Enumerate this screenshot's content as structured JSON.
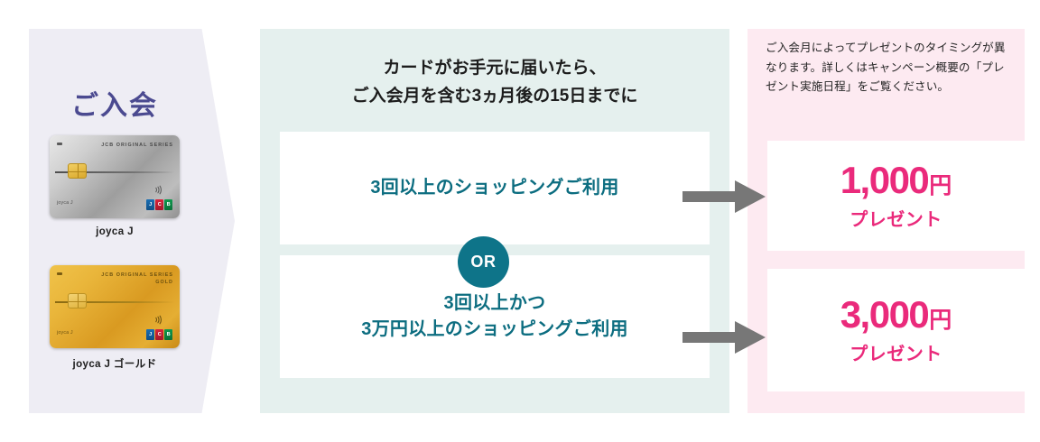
{
  "left": {
    "title": "ご入会",
    "cards": [
      {
        "brand": "JCB ORIGINAL SERIES",
        "tier": "",
        "name_on_card": "joyca J",
        "label": "joyca J",
        "variant": "silver"
      },
      {
        "brand": "JCB ORIGINAL SERIES",
        "tier": "GOLD",
        "name_on_card": "joyca J",
        "label": "joyca J ゴールド",
        "variant": "gold"
      }
    ]
  },
  "center": {
    "heading_line1": "カードがお手元に届いたら、",
    "heading_line2": "ご入会月を含む3ヵ月後の15日までに",
    "conditions": [
      {
        "line1": "3回以上のショッピングご利用",
        "line2": ""
      },
      {
        "line1": "3回以上かつ",
        "line2": "3万円以上のショッピングご利用"
      }
    ],
    "or_label": "OR"
  },
  "right": {
    "note": "ご入会月によってプレゼントのタイミングが異なります。詳しくはキャンペーン概要の「プレゼント実施日程」をご覧ください。",
    "rewards": [
      {
        "amount": "1,000",
        "unit": "円",
        "caption": "プレゼント"
      },
      {
        "amount": "3,000",
        "unit": "円",
        "caption": "プレゼント"
      }
    ]
  },
  "colors": {
    "left_panel": "#eeedf4",
    "center_panel": "#e5f0ee",
    "right_panel": "#fdeaf1",
    "join_title": "#4b4a90",
    "condition_text": "#0c6d80",
    "or_badge": "#0e7489",
    "reward_pink": "#ea2a7b",
    "arrow_gray": "#777777"
  }
}
